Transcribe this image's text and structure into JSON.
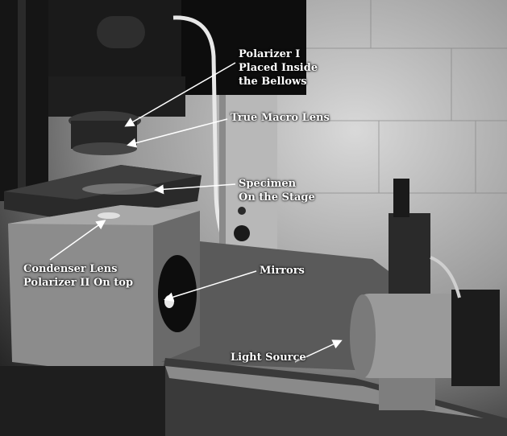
{
  "image": {
    "description_colors": {
      "background": "#9a9a9a",
      "metal_dark": "#1c1c1c",
      "metal_light": "#bdbdbd",
      "arrow": "#ffffff"
    }
  },
  "labels": {
    "polarizer_i": [
      "Polarizer I",
      "Placed Inside",
      "the Bellows"
    ],
    "true_macro_lens": [
      "True Macro Lens"
    ],
    "specimen": [
      "Specimen",
      "On the Stage"
    ],
    "condenser": [
      "Condenser Lens",
      "Polarizer II On top"
    ],
    "mirrors": [
      "Mirrors"
    ],
    "light_source": [
      "Light Source"
    ]
  }
}
